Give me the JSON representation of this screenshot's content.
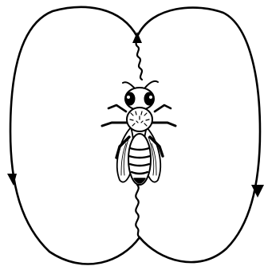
{
  "diagram": {
    "subject": "honeybee",
    "pattern": "waggle-dance",
    "loops": [
      "left-loop",
      "right-loop"
    ],
    "waggle_run_direction": "up",
    "loop_direction_arrows": "down",
    "colors": {
      "ink": "#000000",
      "background": "#ffffff"
    }
  }
}
